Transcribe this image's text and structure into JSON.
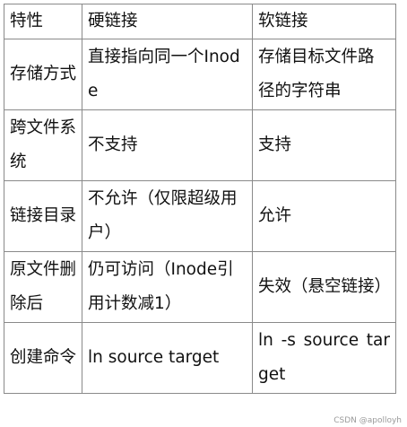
{
  "table": {
    "header": {
      "feature": "特性",
      "hard": "硬链接",
      "soft": "软链接"
    },
    "rows": [
      {
        "feature": "存储方式",
        "hard": "直接指向同一个Inode",
        "soft": "存储目标文件路径的字符串"
      },
      {
        "feature": "跨文件系统",
        "hard": "不支持",
        "soft": "支持"
      },
      {
        "feature": "链接目录",
        "hard": "不允许（仅限超级用户）",
        "soft": "允许"
      },
      {
        "feature": "原文件删除后",
        "hard": "仍可访问（Inode引用计数减1）",
        "soft": "失效（悬空链接）"
      },
      {
        "feature": "创建命令",
        "hard": "ln source target",
        "soft": "ln -s source target"
      }
    ]
  },
  "watermark": "CSDN @apolloyh"
}
